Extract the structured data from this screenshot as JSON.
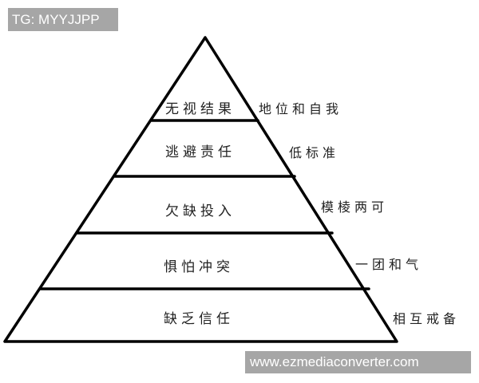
{
  "watermarks": {
    "top": "TG: MYYJJPP",
    "bottom": "www.ezmediaconverter.com"
  },
  "diagram": {
    "type": "pyramid",
    "levels": [
      {
        "label": "无视结果",
        "side_label": "地位和自我"
      },
      {
        "label": "逃避责任",
        "side_label": "低标准"
      },
      {
        "label": "欠缺投入",
        "side_label": "模棱两可"
      },
      {
        "label": "惧怕冲突",
        "side_label": "一团和气"
      },
      {
        "label": "缺乏信任",
        "side_label": "相互戒备"
      }
    ],
    "colors": {
      "line": "#000000",
      "background": "#ffffff",
      "watermark_bg": "#a6a6a6"
    }
  }
}
